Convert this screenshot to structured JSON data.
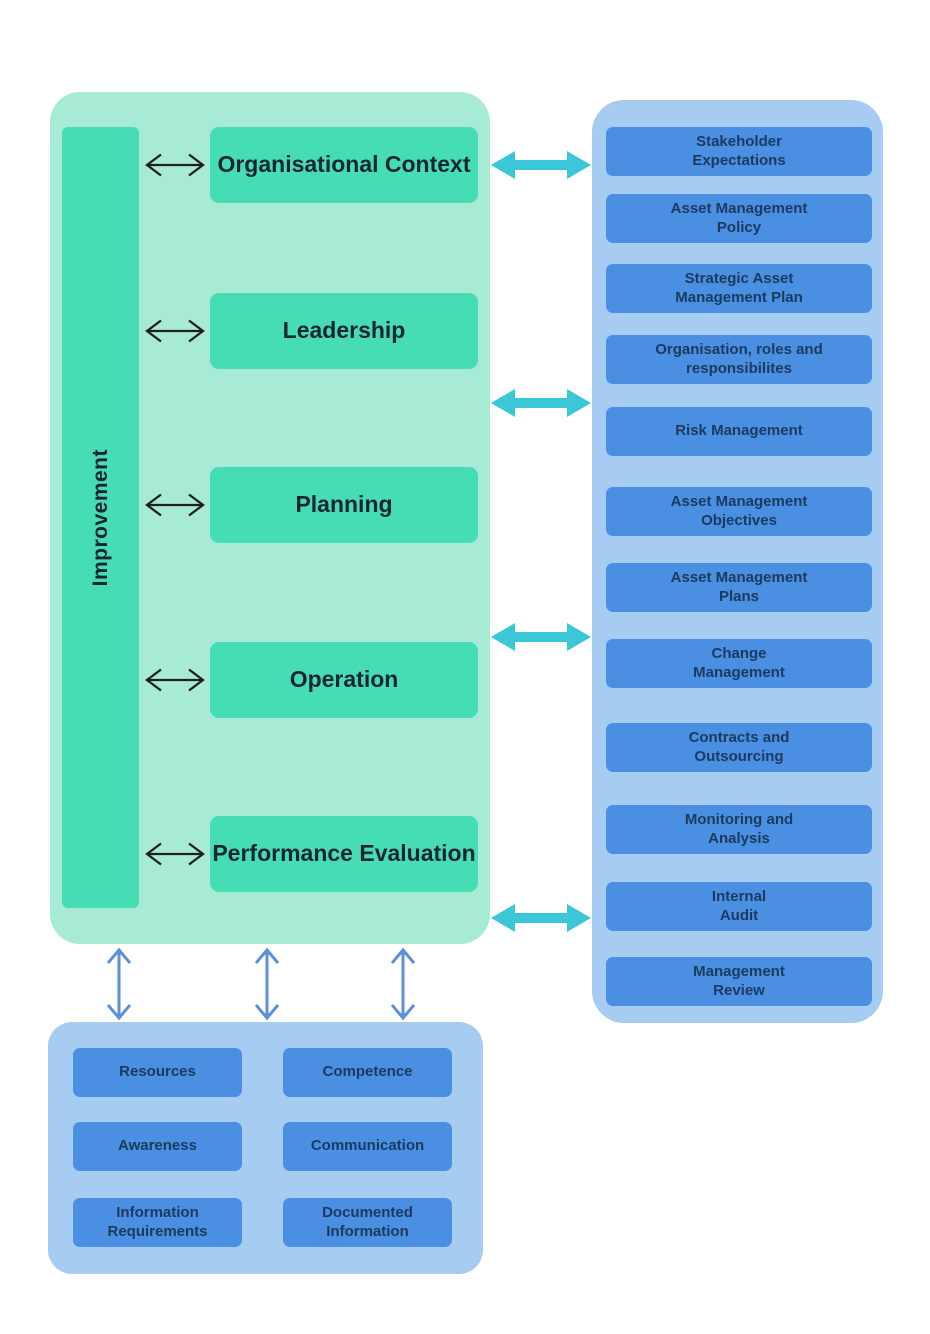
{
  "diagram": {
    "improvement_label": "Improvement",
    "process_boxes": [
      "Organisational Context",
      "Leadership",
      "Planning",
      "Operation",
      "Performance Evaluation"
    ],
    "element_boxes": [
      "Stakeholder\nExpectations",
      "Asset Management\nPolicy",
      "Strategic Asset\nManagement Plan",
      "Organisation, roles and\nresponsibilites",
      "Risk Management",
      "Asset Management\nObjectives",
      "Asset Management\nPlans",
      "Change\nManagement",
      "Contracts and\nOutsourcing",
      "Monitoring and\nAnalysis",
      "Internal\nAudit",
      "Management\nReview"
    ],
    "support_boxes": [
      "Resources",
      "Competence",
      "Awareness",
      "Communication",
      "Information\nRequirements",
      "Documented\nInformation"
    ],
    "colors": {
      "panel_green": "#a7ebd6",
      "box_green": "#46dcb4",
      "panel_blue": "#a7ccf1",
      "box_blue": "#4a8fe2",
      "arrow_cyan": "#3cc7d8",
      "arrow_blue": "#5d90da",
      "arrow_black": "#1f1f1f",
      "text_dark": "#14262e",
      "text_navy": "#1b3a5f"
    }
  }
}
